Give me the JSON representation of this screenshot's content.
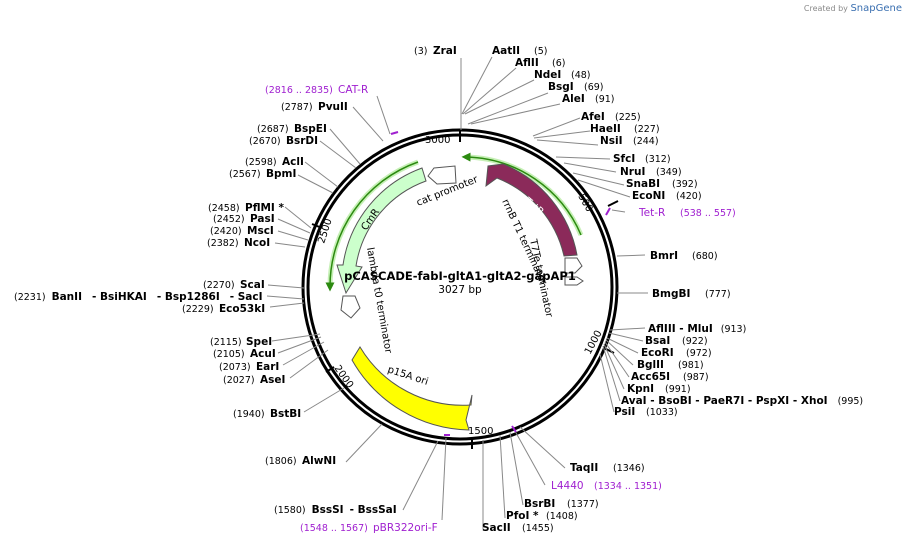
{
  "credit": {
    "text": "Created by",
    "brand": "SnapGene"
  },
  "plasmid": {
    "name": "pCASCADE-fabI-gltA1-gltA2-gapAP1",
    "size": "3027 bp"
  },
  "ticks": [
    "500",
    "1000",
    "1500",
    "2000",
    "2500",
    "3000"
  ],
  "features": {
    "TetR": "TetR",
    "rrnB": "rrnB T1 terminator",
    "T7Te": "T7Te terminator",
    "p15A": "p15A ori",
    "lambda": "lambda t0 terminator",
    "CmR": "CmR",
    "cat": "cat promoter"
  },
  "sites": {
    "ZraI": {
      "pos": "(3)",
      "name": "ZraI"
    },
    "AatII": {
      "name": "AatII",
      "pos": "(5)"
    },
    "AflII": {
      "name": "AflII",
      "pos": "(6)"
    },
    "NdeI": {
      "name": "NdeI",
      "pos": "(48)"
    },
    "BsgI": {
      "name": "BsgI",
      "pos": "(69)"
    },
    "AleI": {
      "name": "AleI",
      "pos": "(91)"
    },
    "AfeI": {
      "name": "AfeI",
      "pos": "(225)"
    },
    "HaeII": {
      "name": "HaeII",
      "pos": "(227)"
    },
    "NsiI": {
      "name": "NsiI",
      "pos": "(244)"
    },
    "SfcI": {
      "name": "SfcI",
      "pos": "(312)"
    },
    "NruI": {
      "name": "NruI",
      "pos": "(349)"
    },
    "SnaBI": {
      "name": "SnaBI",
      "pos": "(392)"
    },
    "EcoNI": {
      "name": "EcoNI",
      "pos": "(420)"
    },
    "BmrI": {
      "name": "BmrI",
      "pos": "(680)"
    },
    "BmgBI": {
      "name": "BmgBI",
      "pos": "(777)"
    },
    "AflIII": {
      "name": "AflIII",
      "sep": " - ",
      "name2": "MluI",
      "pos": "(913)"
    },
    "BsaI": {
      "name": "BsaI",
      "pos": "(922)"
    },
    "EcoRI": {
      "name": "EcoRI",
      "pos": "(972)"
    },
    "BglII": {
      "name": "BglII",
      "pos": "(981)"
    },
    "Acc65I": {
      "name": "Acc65I",
      "pos": "(987)"
    },
    "KpnI": {
      "name": "KpnI",
      "pos": "(991)"
    },
    "AvaI": {
      "name": "AvaI",
      "sep": " - ",
      "name2": "BsoBI",
      "name3": "PaeR7I",
      "name4": "PspXI",
      "name5": "XhoI",
      "pos": "(995)"
    },
    "PsiI": {
      "name": "PsiI",
      "pos": "(1033)"
    },
    "TaqII": {
      "name": "TaqII",
      "pos": "(1346)"
    },
    "BsrBI": {
      "name": "BsrBI",
      "pos": "(1377)"
    },
    "PfoI": {
      "name": "PfoI *",
      "pos": "(1408)"
    },
    "SacII": {
      "name": "SacII",
      "pos": "(1455)"
    },
    "BssSI": {
      "pos": "(1580)",
      "name": "BssSI",
      "name2": "BssSaI"
    },
    "AlwNI": {
      "pos": "(1806)",
      "name": "AlwNI"
    },
    "BstBI": {
      "pos": "(1940)",
      "name": "BstBI"
    },
    "AseI": {
      "pos": "(2027)",
      "name": "AseI"
    },
    "EarI": {
      "pos": "(2073)",
      "name": "EarI"
    },
    "AcuI": {
      "pos": "(2105)",
      "name": "AcuI"
    },
    "SpeI": {
      "pos": "(2115)",
      "name": "SpeI"
    },
    "Eco53kI": {
      "pos": "(2229)",
      "name": "Eco53kI"
    },
    "BanII": {
      "pos": "(2231)",
      "name": "BanII",
      "name2": "BsiHKAI",
      "name3": "Bsp1286I",
      "name4": "SacI"
    },
    "ScaI": {
      "pos": "(2270)",
      "name": "ScaI"
    },
    "NcoI": {
      "pos": "(2382)",
      "name": "NcoI"
    },
    "MscI": {
      "pos": "(2420)",
      "name": "MscI"
    },
    "PasI": {
      "pos": "(2452)",
      "name": "PasI"
    },
    "PflMI": {
      "pos": "(2458)",
      "name": "PflMI *"
    },
    "BpmI": {
      "pos": "(2567)",
      "name": "BpmI"
    },
    "AclI": {
      "pos": "(2598)",
      "name": "AclI"
    },
    "BsrDI": {
      "pos": "(2670)",
      "name": "BsrDI"
    },
    "BspEI": {
      "pos": "(2687)",
      "name": "BspEI"
    },
    "PvuII": {
      "pos": "(2787)",
      "name": "PvuII"
    }
  },
  "primers": {
    "CATR": {
      "range": "(2816 .. 2835)",
      "name": "CAT-R"
    },
    "TetR": {
      "name": "Tet-R",
      "range": "(538 .. 557)"
    },
    "L4440": {
      "name": "L4440",
      "range": "(1334 .. 1351)"
    },
    "pBR": {
      "range": "(1548 .. 1567)",
      "name": "pBR322ori-F"
    }
  },
  "colors": {
    "backbone": "#000000",
    "TetR": "#8b2a5a",
    "CmR": "#ccffcc",
    "p15A": "#ffff00",
    "terminator": "#ffffff",
    "primer": "#a020d0",
    "primerArrow": "#2c8a10"
  }
}
